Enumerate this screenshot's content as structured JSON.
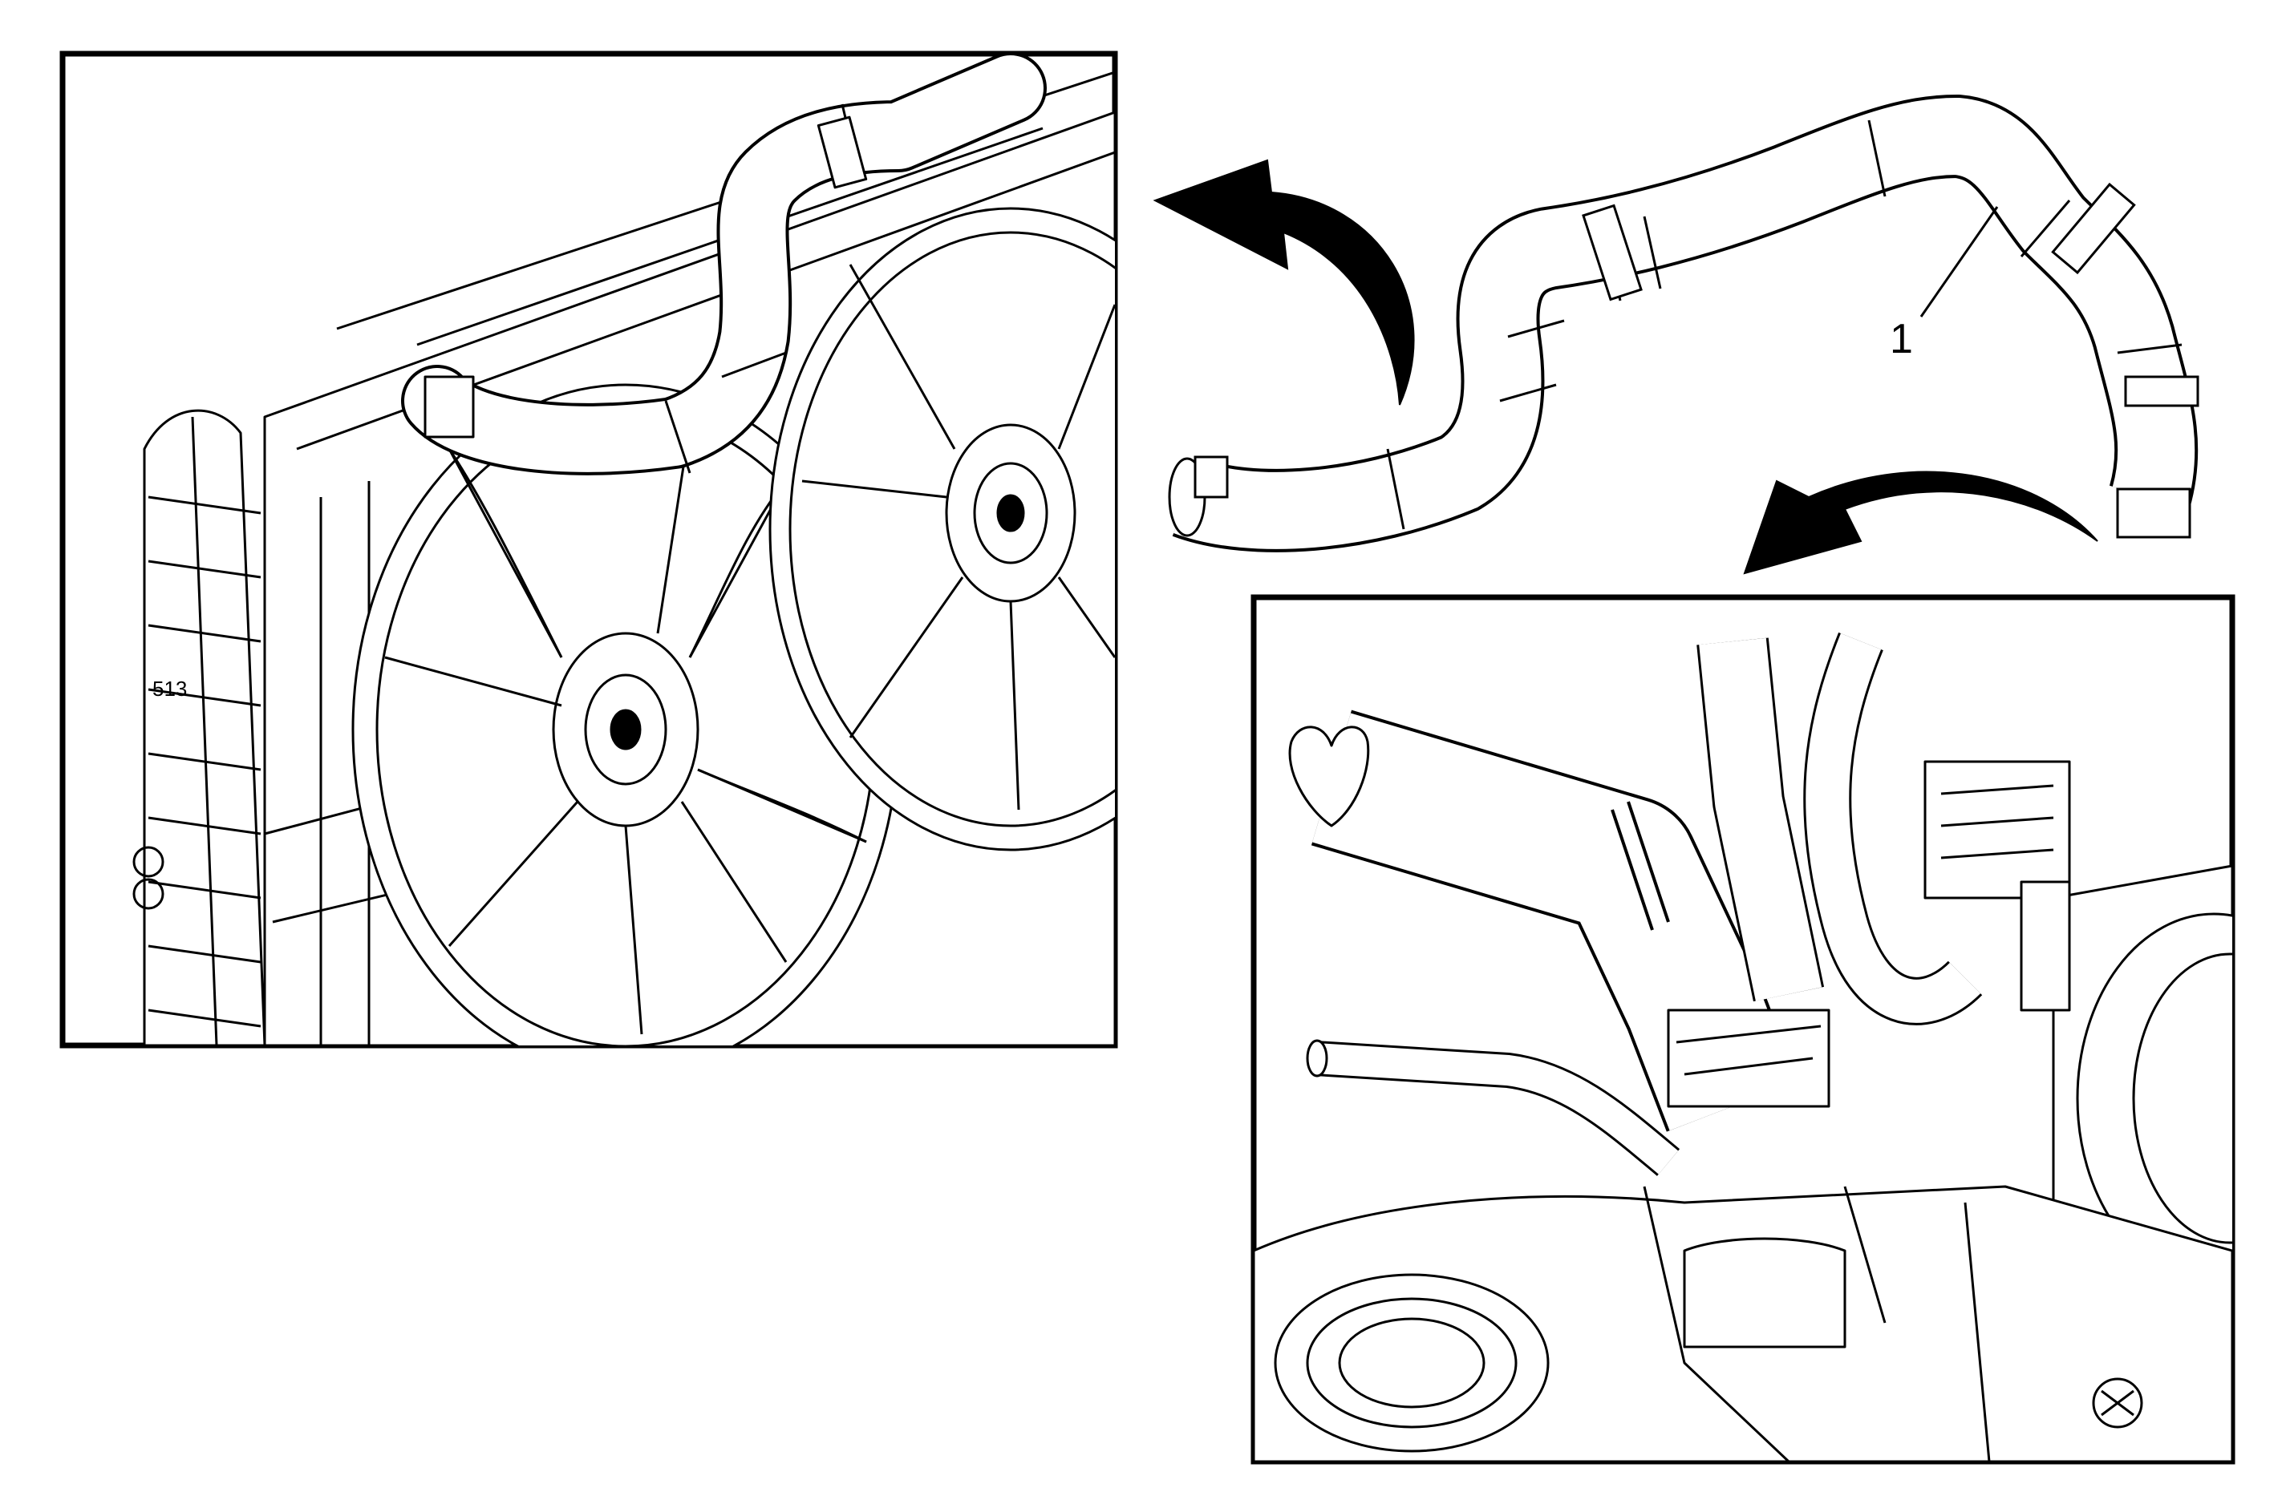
{
  "diagram": {
    "callouts": [
      {
        "label": "1"
      }
    ],
    "decal_text": "513",
    "colors": {
      "line": "#000000",
      "fill": "#ffffff",
      "arrow": "#000000"
    },
    "icons": [
      "curved-arrow-left",
      "curved-arrow-down-left"
    ]
  }
}
